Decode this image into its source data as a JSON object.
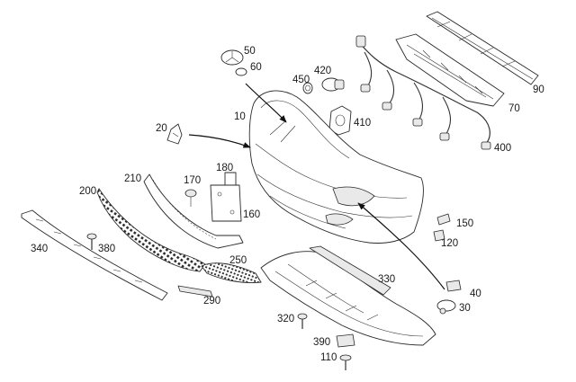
{
  "diagram": {
    "callouts": [
      "10",
      "20",
      "30",
      "40",
      "50",
      "60",
      "70",
      "90",
      "110",
      "120",
      "150",
      "160",
      "170",
      "180",
      "200",
      "210",
      "250",
      "290",
      "320",
      "330",
      "340",
      "380",
      "390",
      "400",
      "410",
      "420",
      "450"
    ]
  }
}
